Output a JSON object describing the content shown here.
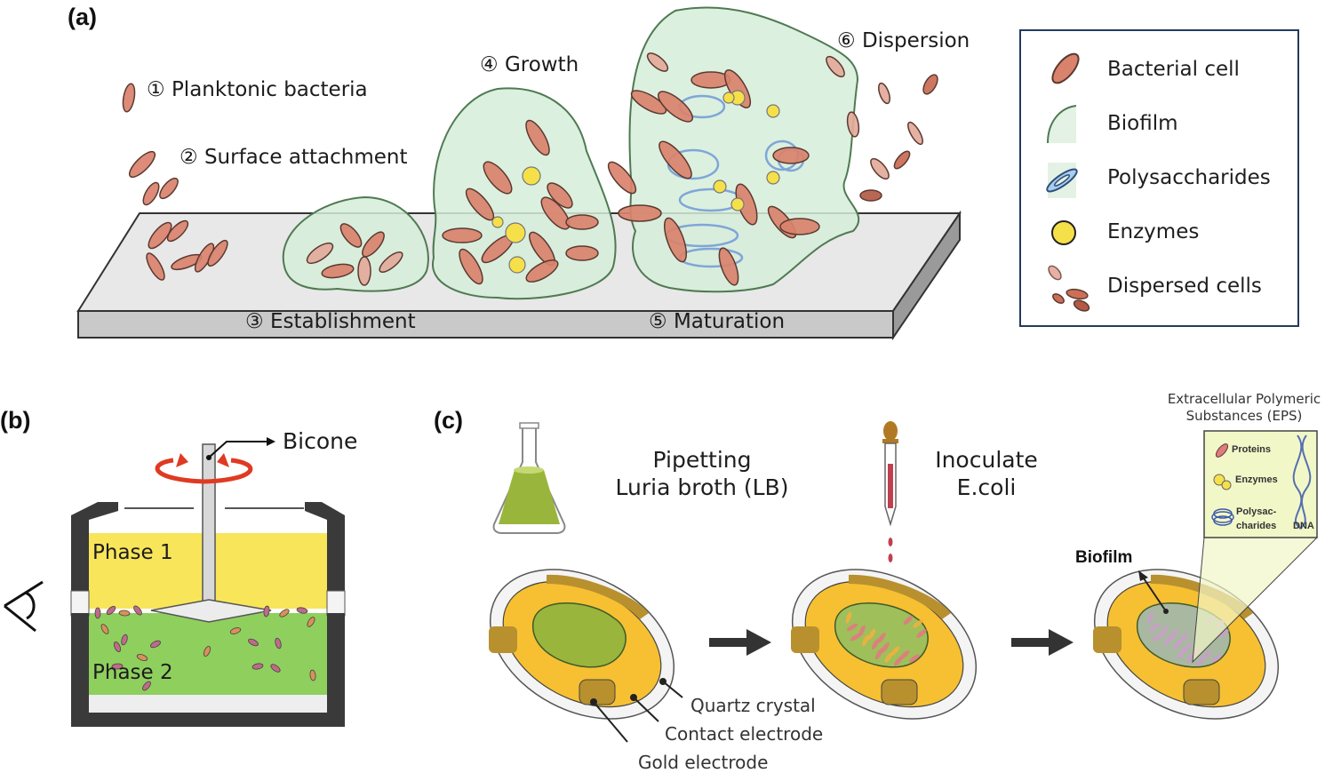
{
  "panels": {
    "a": {
      "label": "(a)",
      "stages": [
        {
          "num": "①",
          "name": "Planktonic bacteria"
        },
        {
          "num": "②",
          "name": "Surface attachment"
        },
        {
          "num": "③",
          "name": "Establishment"
        },
        {
          "num": "④",
          "name": "Growth"
        },
        {
          "num": "⑤",
          "name": "Maturation"
        },
        {
          "num": "⑥",
          "name": "Dispersion"
        }
      ],
      "legend": [
        {
          "icon": "bacterial-cell-icon",
          "label": "Bacterial cell"
        },
        {
          "icon": "biofilm-icon",
          "label": "Biofilm"
        },
        {
          "icon": "polysaccharides-icon",
          "label": "Polysaccharides"
        },
        {
          "icon": "enzyme-icon",
          "label": "Enzymes"
        },
        {
          "icon": "dispersed-cells-icon",
          "label": "Dispersed cells"
        }
      ]
    },
    "b": {
      "label": "(b)",
      "bicone_label": "Bicone",
      "phase1": "Phase 1",
      "phase2": "Phase 2"
    },
    "c": {
      "label": "(c)",
      "step1": {
        "line1": "Pipetting",
        "line2": "Luria broth (LB)"
      },
      "step2": {
        "line1": "Inoculate",
        "line2": "E.coli"
      },
      "biofilm_label": "Biofilm",
      "eps_title": {
        "line1": "Extracellular Polymeric",
        "line2": "Substances (EPS)"
      },
      "eps_items": [
        "Proteins",
        "Enzymes",
        "Polysac-",
        "charides",
        "DNA"
      ],
      "sensor_parts": [
        "Quartz crystal",
        "Contact electrode",
        "Gold electrode"
      ]
    }
  },
  "colors": {
    "bacteria": "#d9826c",
    "bacteria_stroke": "#5a3a30",
    "biofilm": "#dcefdf",
    "biofilm_stroke": "#4f7a52",
    "enzyme": "#f5e04a",
    "polysaccharide": "#7fa6d8",
    "surface": "#e6e6e6",
    "phase1": "#f8e55a",
    "phase2": "#8fcf5e",
    "gold": "#f6c032",
    "contact": "#b8902e",
    "lb": "#9ab53c",
    "eps_box": "#f2f7c8"
  }
}
